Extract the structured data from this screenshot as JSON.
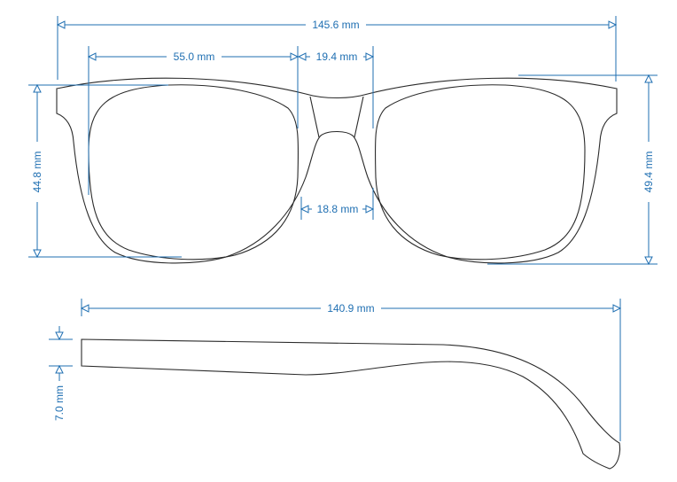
{
  "colors": {
    "dimension": "#1f6fb2",
    "outline": "#2a2a2a"
  },
  "dimensions": {
    "total_width": "145.6 mm",
    "lens_width": "55.0 mm",
    "bridge_width": "19.4 mm",
    "nose_width": "18.8 mm",
    "lens_height": "44.8 mm",
    "frame_height": "49.4 mm",
    "temple_length": "140.9 mm",
    "temple_thickness": "7.0 mm"
  }
}
